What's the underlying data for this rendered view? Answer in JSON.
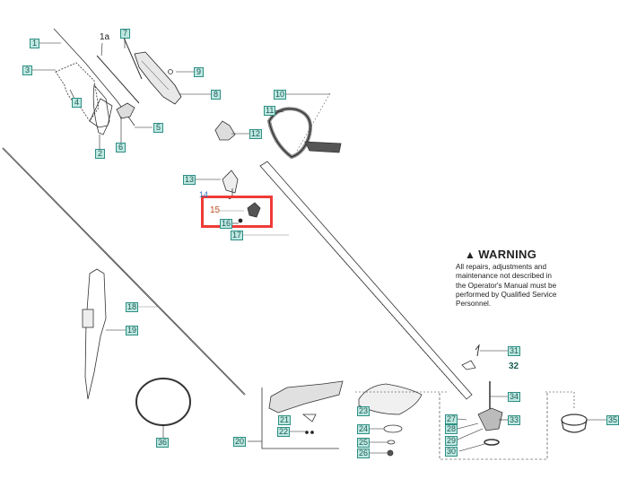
{
  "diagram": {
    "title": "Trimmer shaft and handle parts diagram",
    "highlight_color": "#ef3b36",
    "label_color": "#2e8f84",
    "highlighted_part": "15",
    "labels": {
      "p1": "1",
      "p1a": "1a",
      "p2": "2",
      "p3": "3",
      "p4": "4",
      "p5": "5",
      "p6": "6",
      "p7": "7",
      "p8": "8",
      "p9": "9",
      "p10": "10",
      "p11": "11",
      "p12": "12",
      "p13": "13",
      "p14": "14",
      "p15": "15",
      "p16": "16",
      "p17": "17",
      "p18": "18",
      "p19": "19",
      "p20": "20",
      "p21": "21",
      "p22": "22",
      "p23": "23",
      "p24": "24",
      "p25": "25",
      "p26": "26",
      "p27": "27",
      "p28": "28",
      "p29": "29",
      "p30": "30",
      "p31": "31",
      "p32": "32",
      "p33": "33",
      "p34": "34",
      "p35": "35",
      "p36": "36"
    }
  },
  "warning": {
    "icon": "warning-triangle-icon",
    "title": "WARNING",
    "lines": [
      "All repairs, adjustments and",
      "maintenance not described in",
      "the Operator's Manual must be",
      "performed by Qualified Service",
      "Personnel."
    ]
  }
}
